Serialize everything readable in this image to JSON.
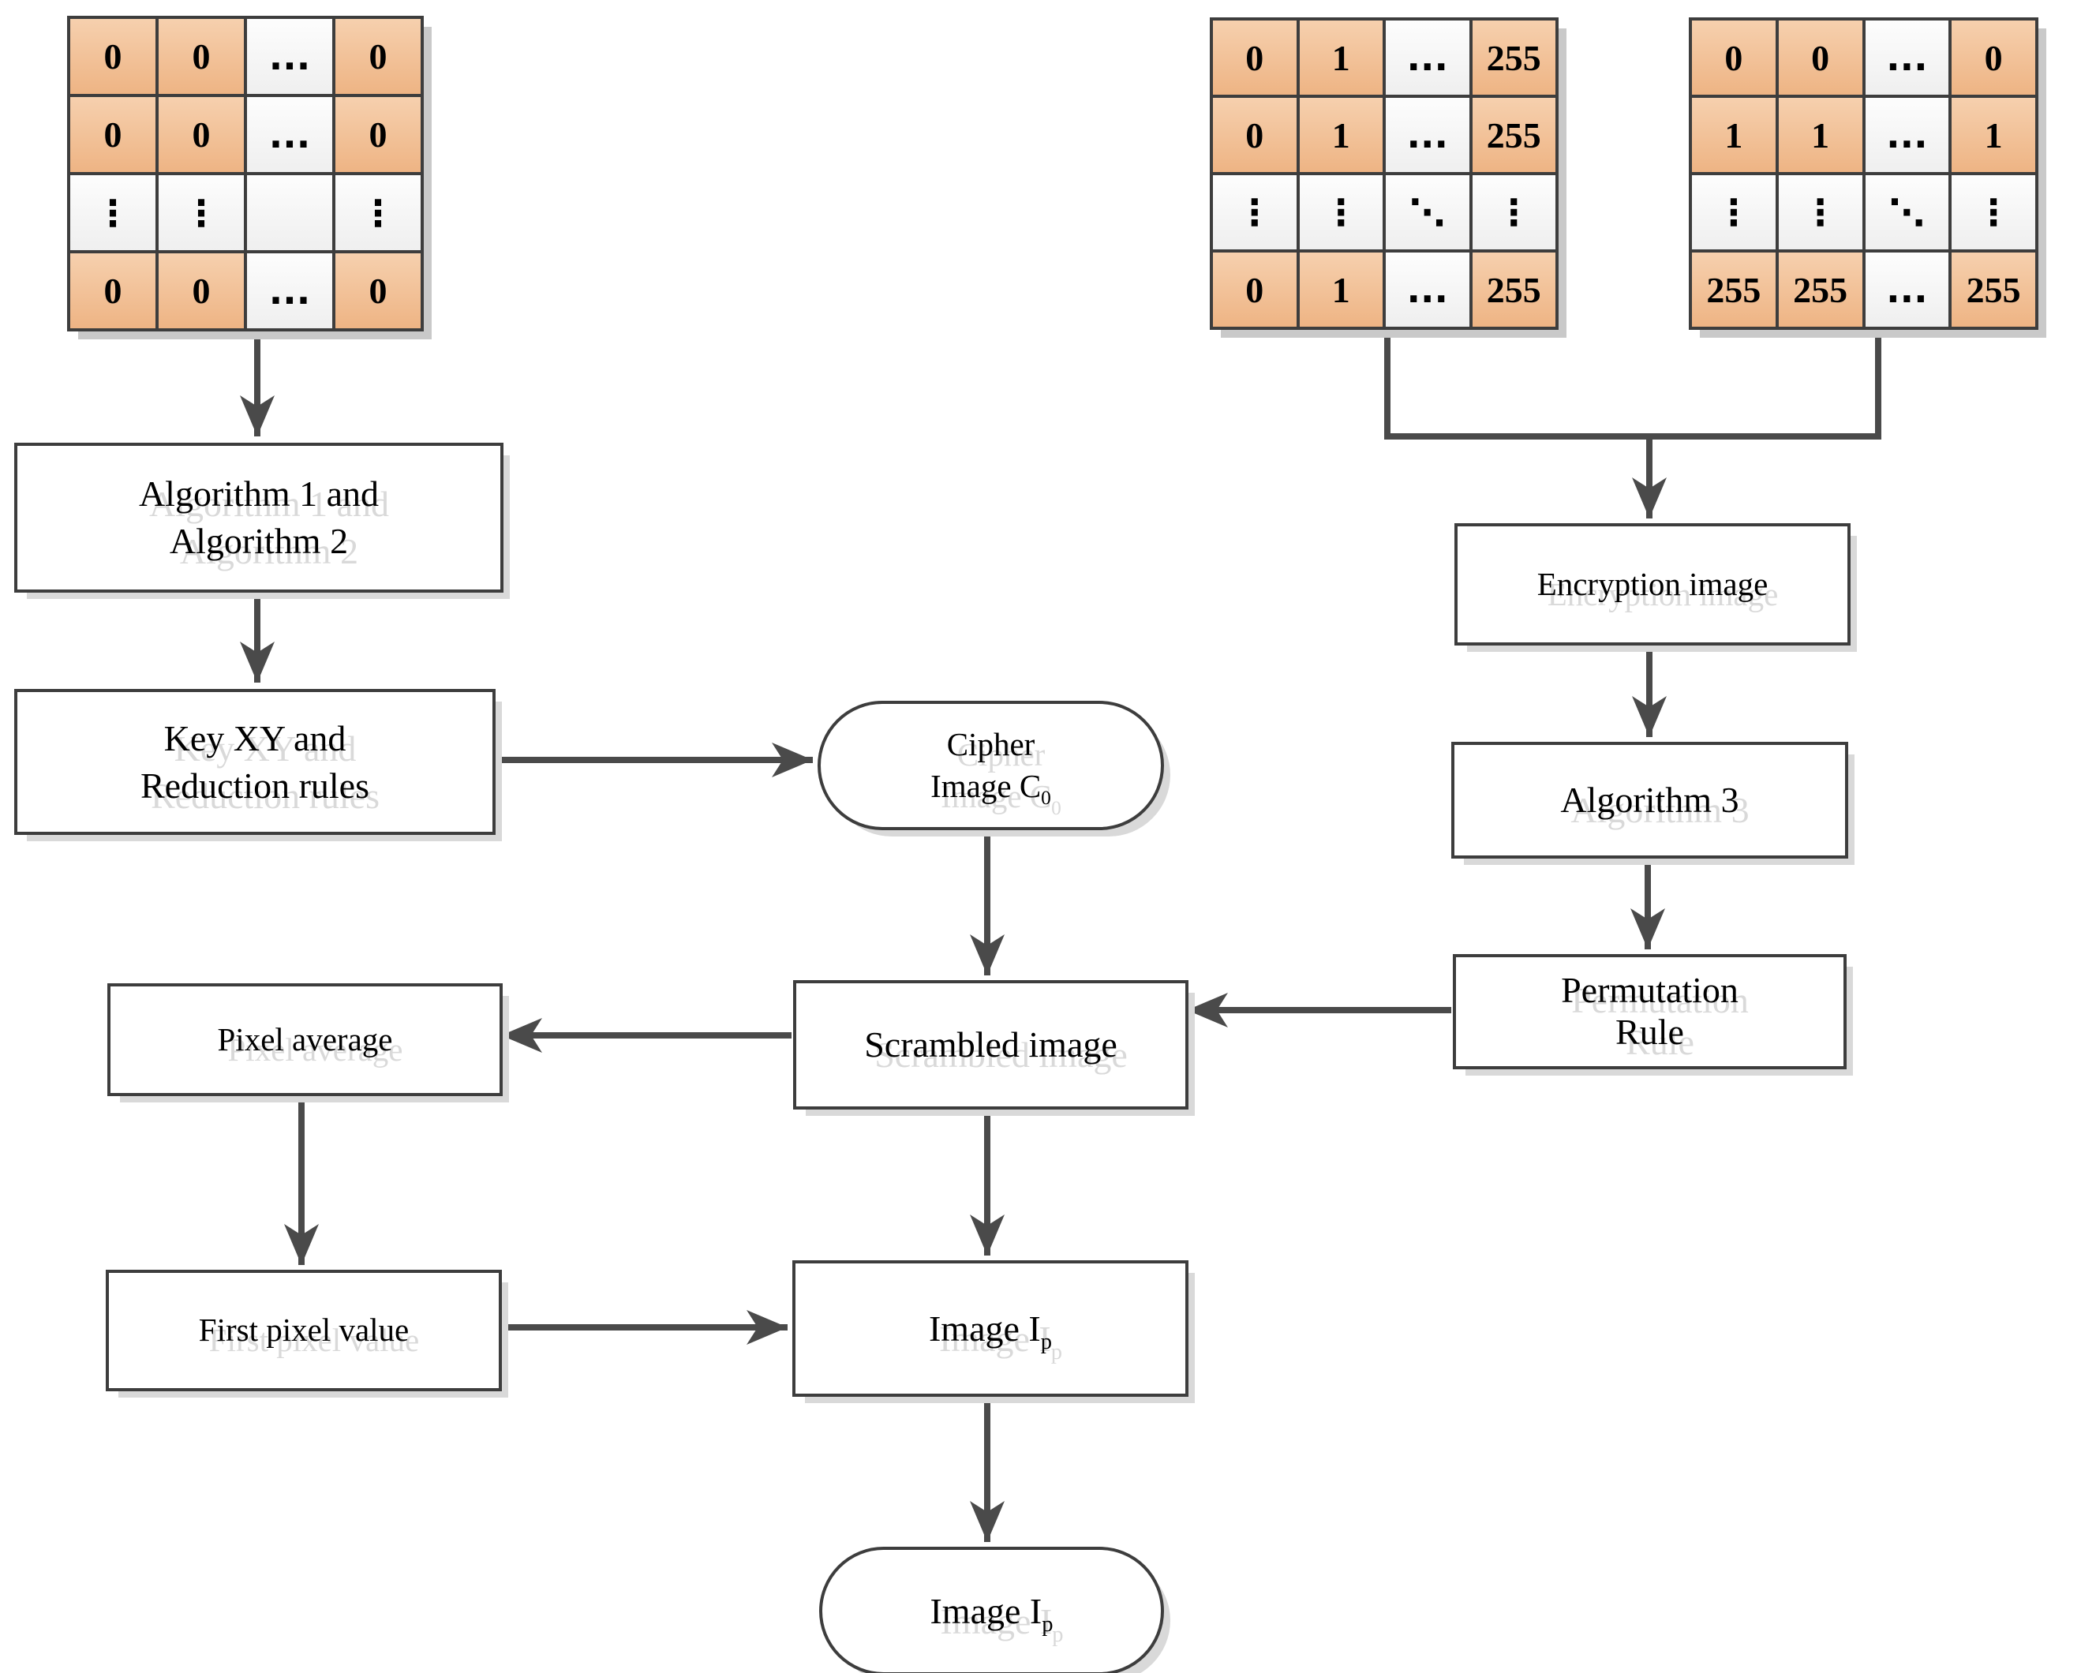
{
  "matrices": [
    {
      "name": "zero-matrix",
      "rows": [
        [
          "0",
          "0",
          "...",
          "0"
        ],
        [
          "0",
          "0",
          "...",
          "0"
        ],
        [
          "⋮",
          "⋮",
          "",
          "⋮"
        ],
        [
          "0",
          "0",
          "...",
          "0"
        ]
      ]
    },
    {
      "name": "column-index-matrix",
      "rows": [
        [
          "0",
          "1",
          "...",
          "255"
        ],
        [
          "0",
          "1",
          "...",
          "255"
        ],
        [
          "⋮",
          "⋮",
          "⋱",
          "⋮"
        ],
        [
          "0",
          "1",
          "...",
          "255"
        ]
      ]
    },
    {
      "name": "row-index-matrix",
      "rows": [
        [
          "0",
          "0",
          "...",
          "0"
        ],
        [
          "1",
          "1",
          "...",
          "1"
        ],
        [
          "⋮",
          "⋮",
          "⋱",
          "⋮"
        ],
        [
          "255",
          "255",
          "...",
          "255"
        ]
      ]
    }
  ],
  "nodes": {
    "algorithm12": {
      "line1": "Algorithm 1 and",
      "line2": "Algorithm 2"
    },
    "keyxy": {
      "line1": "Key XY and",
      "line2": "Reduction rules"
    },
    "cipher": {
      "line1": "Cipher",
      "line2": "Image C",
      "sub": "0"
    },
    "encryption": {
      "label": "Encryption image"
    },
    "algorithm3": {
      "label": "Algorithm 3"
    },
    "permutation": {
      "line1": "Permutation",
      "line2": "Rule"
    },
    "scrambled": {
      "label": "Scrambled image"
    },
    "pixel_average": {
      "label": "Pixel average"
    },
    "first_pixel": {
      "label": "First pixel value"
    },
    "image_ip_box": {
      "main": "Image I",
      "sub": "p"
    },
    "image_ip_terminal": {
      "main": "Image I",
      "sub": "p"
    }
  },
  "colors": {
    "line": "#4a4a4a",
    "border": "#3d3d3d",
    "ghost": "#d9d9d9",
    "shadow": "#c9c9c9",
    "cell_orange_top": "#f6d0ae",
    "cell_orange_bottom": "#eeb484",
    "cell_white_top": "#fdfdfd",
    "cell_white_bottom": "#efefef"
  }
}
